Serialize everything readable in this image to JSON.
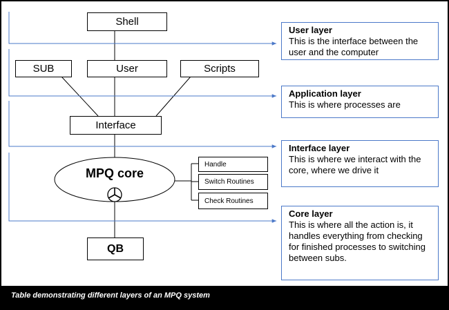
{
  "nodes": {
    "shell": "Shell",
    "sub": "SUB",
    "user": "User",
    "scripts": "Scripts",
    "interface": "Interface",
    "core": "MPQ core",
    "qb": "QB",
    "handle": "Handle",
    "switch_routines": "Switch Routines",
    "check_routines": "Check Routines"
  },
  "layers": [
    {
      "title": "User layer",
      "desc": "This is the interface between the user and the computer"
    },
    {
      "title": "Application layer",
      "desc": "This is where processes are"
    },
    {
      "title": "Interface layer",
      "desc": "This is where we interact with the core, where we drive it"
    },
    {
      "title": "Core layer",
      "desc": "This is where all the action is, it handles everything from checking for finished processes to switching between subs."
    }
  ],
  "caption": "Table demonstrating different layers of an MPQ system",
  "colors": {
    "line": "#000000",
    "layer_line": "#4a78c8",
    "caption_bg": "#000000",
    "caption_text": "#ffffff"
  }
}
